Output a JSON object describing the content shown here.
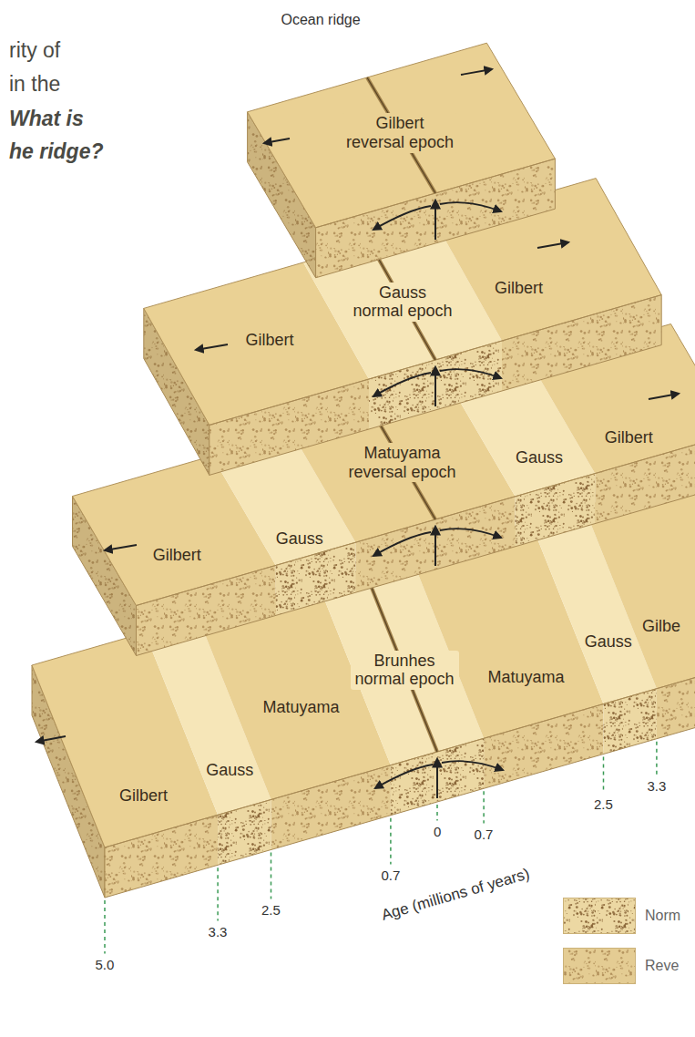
{
  "diagram": {
    "labels": [
      "rity of",
      "in the",
      "What is",
      "he ridge?",
      "Ocean ridge",
      "Gilbert reversal epoch",
      "Gauss normal epoch",
      "Gilbert",
      "Gilbert",
      "Matuyama reversal epoch",
      "Gauss",
      "Gilbert",
      "Gauss",
      "Gilbert",
      "Brunhes normal epoch",
      "Matuyama",
      "Gauss",
      "Gilbe",
      "Matuyama",
      "Gauss",
      "Gilbert",
      "2.5",
      "3.3",
      "0.7",
      "0",
      "0.7",
      "2.5",
      "3.3",
      "5.0",
      "Age (millions of years)"
    ],
    "legend": [
      {
        "text": "Norm"
      },
      {
        "text": "Reve"
      }
    ]
  }
}
